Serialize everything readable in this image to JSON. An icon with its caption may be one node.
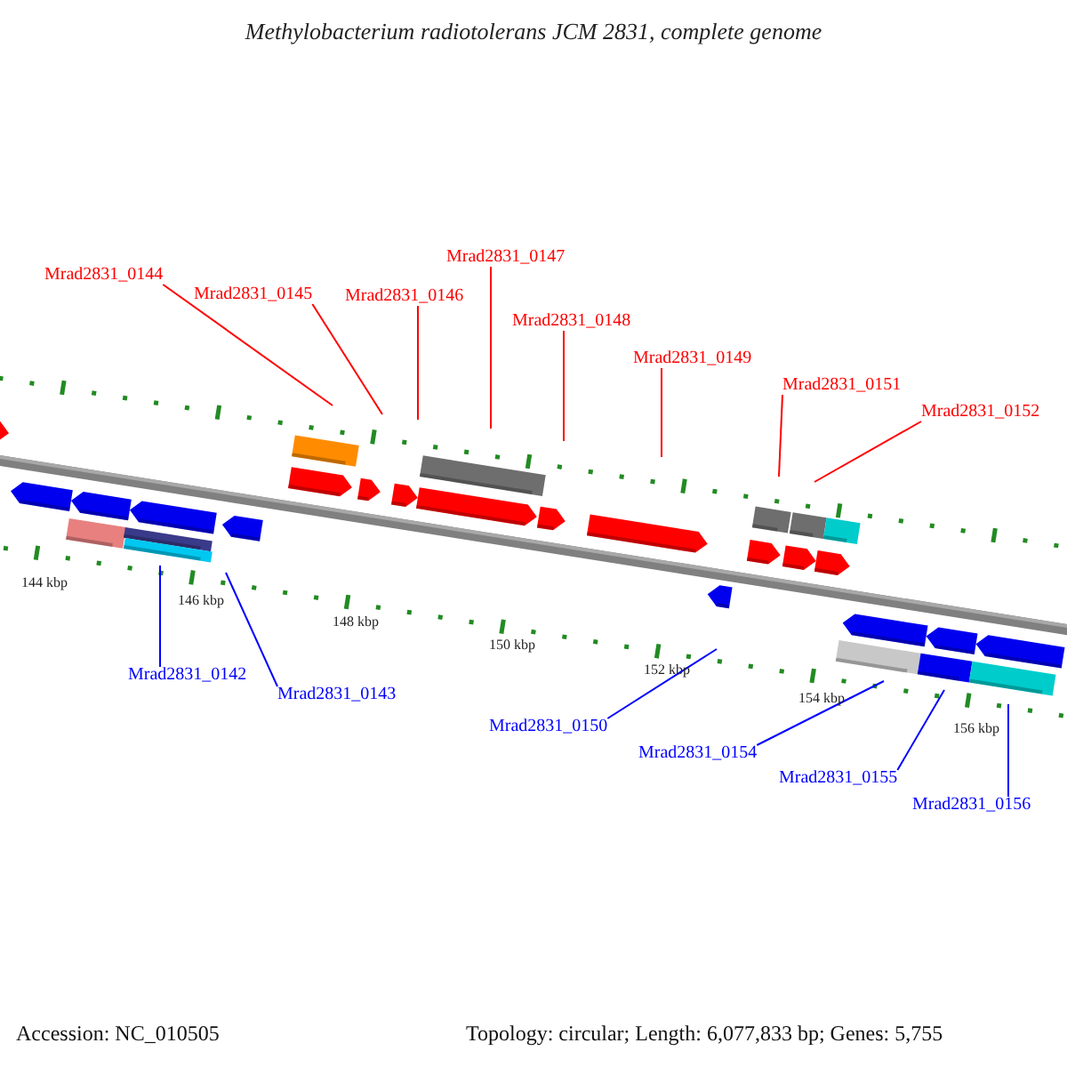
{
  "diagram": {
    "title": "Methylobacterium radiotolerans JCM 2831, complete genome",
    "nodes": [
      {
        "text": [
          "Mrad2831_0147"
        ]
      },
      {
        "text": [
          "Mrad2831_0144"
        ]
      },
      {
        "text": [
          "Mrad2831_0145"
        ]
      },
      {
        "text": [
          "Mrad2831_0146"
        ]
      },
      {
        "text": [
          "Mrad2831_0148"
        ]
      },
      {
        "text": [
          "Mrad2831_0149"
        ]
      },
      {
        "text": [
          "Mrad2831_0151"
        ]
      },
      {
        "text": [
          "Mrad2831_0152"
        ]
      },
      {
        "text": [
          "Mrad2831_0142"
        ]
      },
      {
        "text": [
          "Mrad2831_0143"
        ]
      },
      {
        "text": [
          "Mrad2831_0150"
        ]
      },
      {
        "text": [
          "Mrad2831_0154"
        ]
      },
      {
        "text": [
          "Mrad2831_0155"
        ]
      },
      {
        "text": [
          "Mrad2831_0156"
        ]
      }
    ],
    "edges": [
      {
        "from": 0,
        "to": null,
        "arrow": "none"
      },
      {
        "from": 1,
        "to": null,
        "arrow": "none"
      },
      {
        "from": 2,
        "to": null,
        "arrow": "none"
      },
      {
        "from": 3,
        "to": null,
        "arrow": "none"
      },
      {
        "from": 4,
        "to": null,
        "arrow": "none"
      },
      {
        "from": 5,
        "to": null,
        "arrow": "none"
      },
      {
        "from": 6,
        "to": null,
        "arrow": "none"
      },
      {
        "from": 7,
        "to": null,
        "arrow": "none"
      },
      {
        "from": 8,
        "to": null,
        "arrow": "none",
        "color": "#0000ff"
      },
      {
        "from": 9,
        "to": null,
        "arrow": "none",
        "color": "#0000ff"
      },
      {
        "from": 10,
        "to": null,
        "arrow": "none",
        "color": "#0000ff"
      },
      {
        "from": 11,
        "to": null,
        "arrow": "none",
        "color": "#0000ff"
      },
      {
        "from": 12,
        "to": null,
        "arrow": "none",
        "color": "#0000ff"
      },
      {
        "from": 13,
        "to": null,
        "arrow": "none",
        "color": "#0000ff"
      }
    ],
    "labels": [
      "144 kbp",
      "146 kbp",
      "148 kbp",
      "150 kbp",
      "152 kbp",
      "154 kbp",
      "156 kbp",
      "Accession: NC_010505",
      "Topology: circular; Length: 6,077,833 bp; Genes: 5,755"
    ]
  }
}
